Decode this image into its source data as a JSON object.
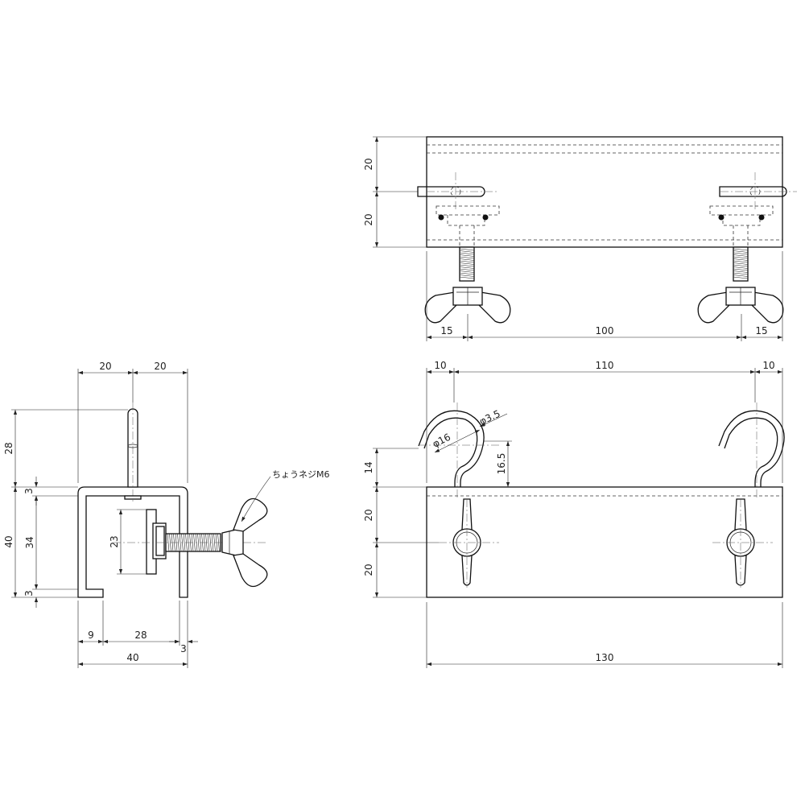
{
  "colors": {
    "line": "#111111",
    "background": "#ffffff"
  },
  "top_view": {
    "dims": {
      "left_upper": "20",
      "left_lower": "20",
      "bottom_left": "15",
      "bottom_mid": "100",
      "bottom_right": "15"
    }
  },
  "side_view": {
    "dims": {
      "top_left": "20",
      "top_right": "20",
      "left_28": "28",
      "left_3_top": "3",
      "left_40": "40",
      "left_34": "34",
      "left_3_bot": "3",
      "inner_23": "23",
      "bottom_9": "9",
      "bottom_28": "28",
      "bottom_3": "3",
      "bottom_40": "40"
    },
    "callout": "ちょうネジM6"
  },
  "front_view": {
    "dims": {
      "top_10_left": "10",
      "top_110": "110",
      "top_10_right": "10",
      "phi_3_5": "φ3.5",
      "phi_16": "φ16",
      "h_16_5": "16.5",
      "left_14": "14",
      "left_20_top": "20",
      "left_20_bot": "20",
      "bottom_130": "130"
    }
  }
}
